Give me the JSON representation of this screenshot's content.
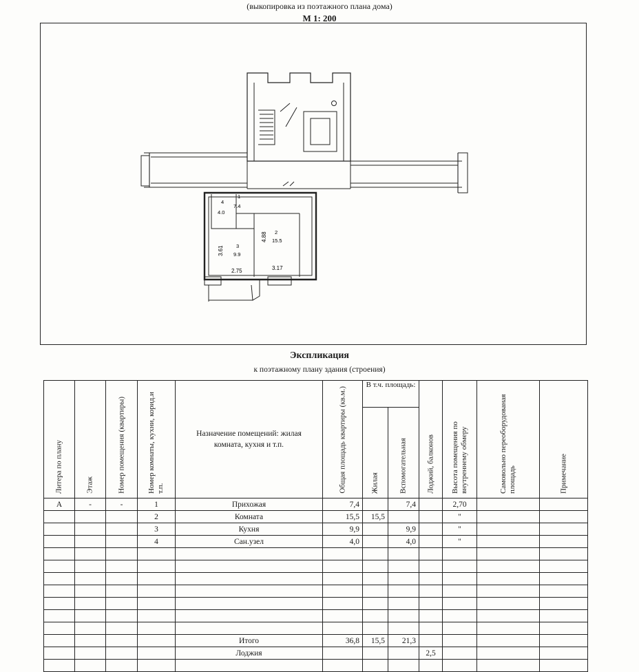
{
  "header": {
    "subtitle": "(выкопировка из поэтажного плана дома)",
    "scale": "М 1: 200"
  },
  "plan": {
    "rooms": [
      {
        "number": "1",
        "area": "7.4"
      },
      {
        "number": "2",
        "area": "15.5"
      },
      {
        "number": "3",
        "area": "9.9"
      },
      {
        "number": "4",
        "area": "4.0"
      }
    ],
    "dimensions": {
      "room3_height": "3.61",
      "room3_width": "2.75",
      "room2_height": "4.88",
      "room2_width": "3.17"
    }
  },
  "explication": {
    "title": "Экспликация",
    "subtitle": "к поэтажному плану здания (строения)",
    "headers": {
      "litera": "Литера по плану",
      "floor": "Этаж",
      "apartment": "Номер помещения (квартиры)",
      "room_no": "Номер комнаты, кухни, корид.и т.п.",
      "purpose": "Назначение помещений: жилая комната, кухня и т.п.",
      "total_area": "Общая площадь квартиры (кв.м.)",
      "incl": "В т.ч. площадь:",
      "living": "Жилая",
      "auxiliary": "Вспомогательная",
      "loggia": "Лоджий, балконов",
      "height": "Высота помещения по внутреннему обмеру",
      "unauthorized": "Самовольно переоборудованая площадь",
      "note": "Примечание"
    },
    "rows": [
      {
        "litera": "А",
        "floor": "-",
        "apartment": "-",
        "room_no": "1",
        "purpose": "Прихожая",
        "total": "7,4",
        "living": "",
        "aux": "7,4",
        "loggia": "",
        "height": "2,70"
      },
      {
        "litera": "",
        "floor": "",
        "apartment": "",
        "room_no": "2",
        "purpose": "Комната",
        "total": "15,5",
        "living": "15,5",
        "aux": "",
        "loggia": "",
        "height": "\""
      },
      {
        "litera": "",
        "floor": "",
        "apartment": "",
        "room_no": "3",
        "purpose": "Кухня",
        "total": "9,9",
        "living": "",
        "aux": "9,9",
        "loggia": "",
        "height": "\""
      },
      {
        "litera": "",
        "floor": "",
        "apartment": "",
        "room_no": "4",
        "purpose": "Сан.узел",
        "total": "4,0",
        "living": "",
        "aux": "4,0",
        "loggia": "",
        "height": "\""
      }
    ],
    "totals": {
      "label": "Итого",
      "total": "36,8",
      "living": "15,5",
      "aux": "21,3"
    },
    "loggia_row": {
      "label": "Лоджия",
      "value": "2,5"
    }
  }
}
